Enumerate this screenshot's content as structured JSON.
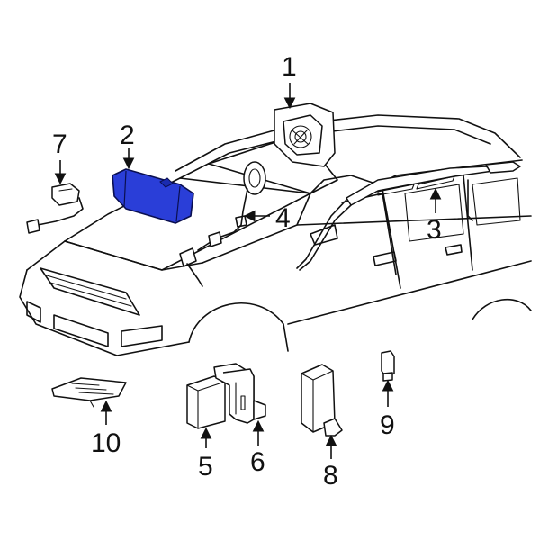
{
  "accent_color": "#2a3ed8",
  "highlighted_part": "2",
  "callouts": {
    "c1": "1",
    "c2": "2",
    "c3": "3",
    "c4": "4",
    "c5": "5",
    "c6": "6",
    "c7": "7",
    "c8": "8",
    "c9": "9",
    "c10": "10"
  }
}
